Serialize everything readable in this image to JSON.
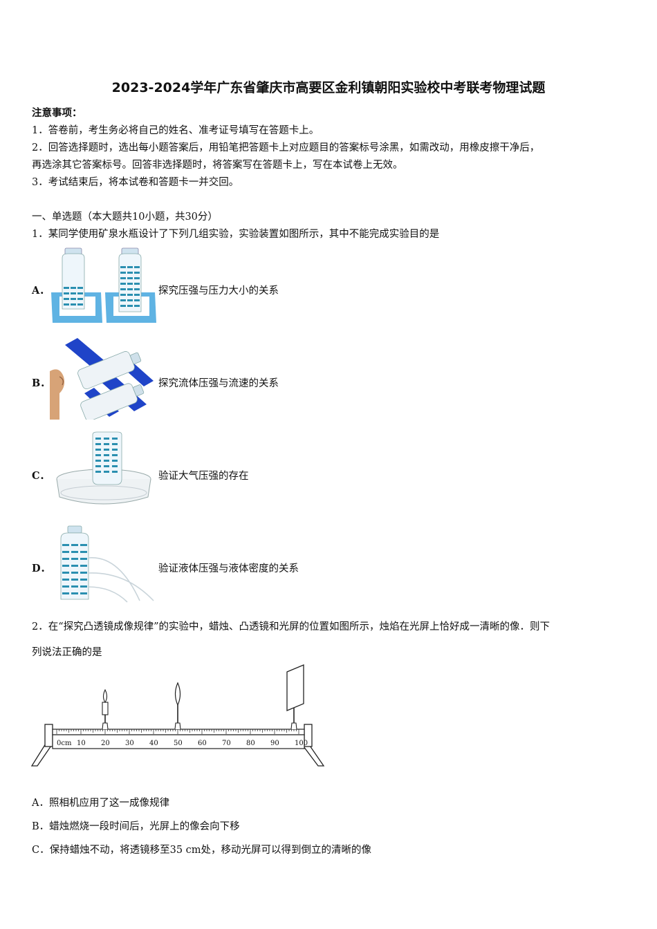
{
  "title": "2023-2024学年广东省肇庆市高要区金利镇朝阳实验校中考联考物理试题",
  "notice": {
    "heading": "注意事项：",
    "items": [
      "1．答卷前，考生务必将自己的姓名、准考证号填写在答题卡上。",
      "2．回答选择题时，选出每小题答案后，用铅笔把答题卡上对应题目的答案标号涂黑，如需改动，用橡皮擦干净后，",
      "再选涂其它答案标号。回答非选择题时，将答案写在答题卡上，写在本试卷上无效。",
      "3．考试结束后，将本试卷和答题卡一并交回。"
    ]
  },
  "section": "一、单选题（本大题共10小题，共30分）",
  "q1": {
    "stem": "1．某同学使用矿泉水瓶设计了下列几组实验，实验装置如图所示，其中不能完成实验目的是",
    "options": [
      {
        "letter": "A．",
        "text": "探究压强与压力大小的关系",
        "figure": "bottles-on-sponge"
      },
      {
        "letter": "B．",
        "text": "探究流体压强与流速的关系",
        "figure": "blowing-between-bottles"
      },
      {
        "letter": "C．",
        "text": "验证大气压强的存在",
        "figure": "inverted-bottle-in-dish"
      },
      {
        "letter": "D．",
        "text": "验证液体压强与液体密度的关系",
        "figure": "bottle-with-water-jets"
      }
    ]
  },
  "q2": {
    "stem_line1": "2．在“探究凸透镜成像规律”的实验中，蜡烛、凸透镜和光屏的位置如图所示，烛焰在光屏上恰好成一清晰的像．则下",
    "stem_line2": "列说法正确的是",
    "bench": {
      "scale_labels": [
        "0cm",
        "10",
        "20",
        "30",
        "40",
        "50",
        "60",
        "70",
        "80",
        "90",
        "100"
      ],
      "candle_position_cm": 20,
      "lens_position_cm": 50,
      "screen_position_cm": 98
    },
    "options": [
      "A．照相机应用了这一成像规律",
      "B．蜡烛燃烧一段时间后，光屏上的像会向下移",
      "C．保持蜡烛不动，将透镜移至35 cm处，移动光屏可以得到倒立的清晰的像"
    ]
  }
}
